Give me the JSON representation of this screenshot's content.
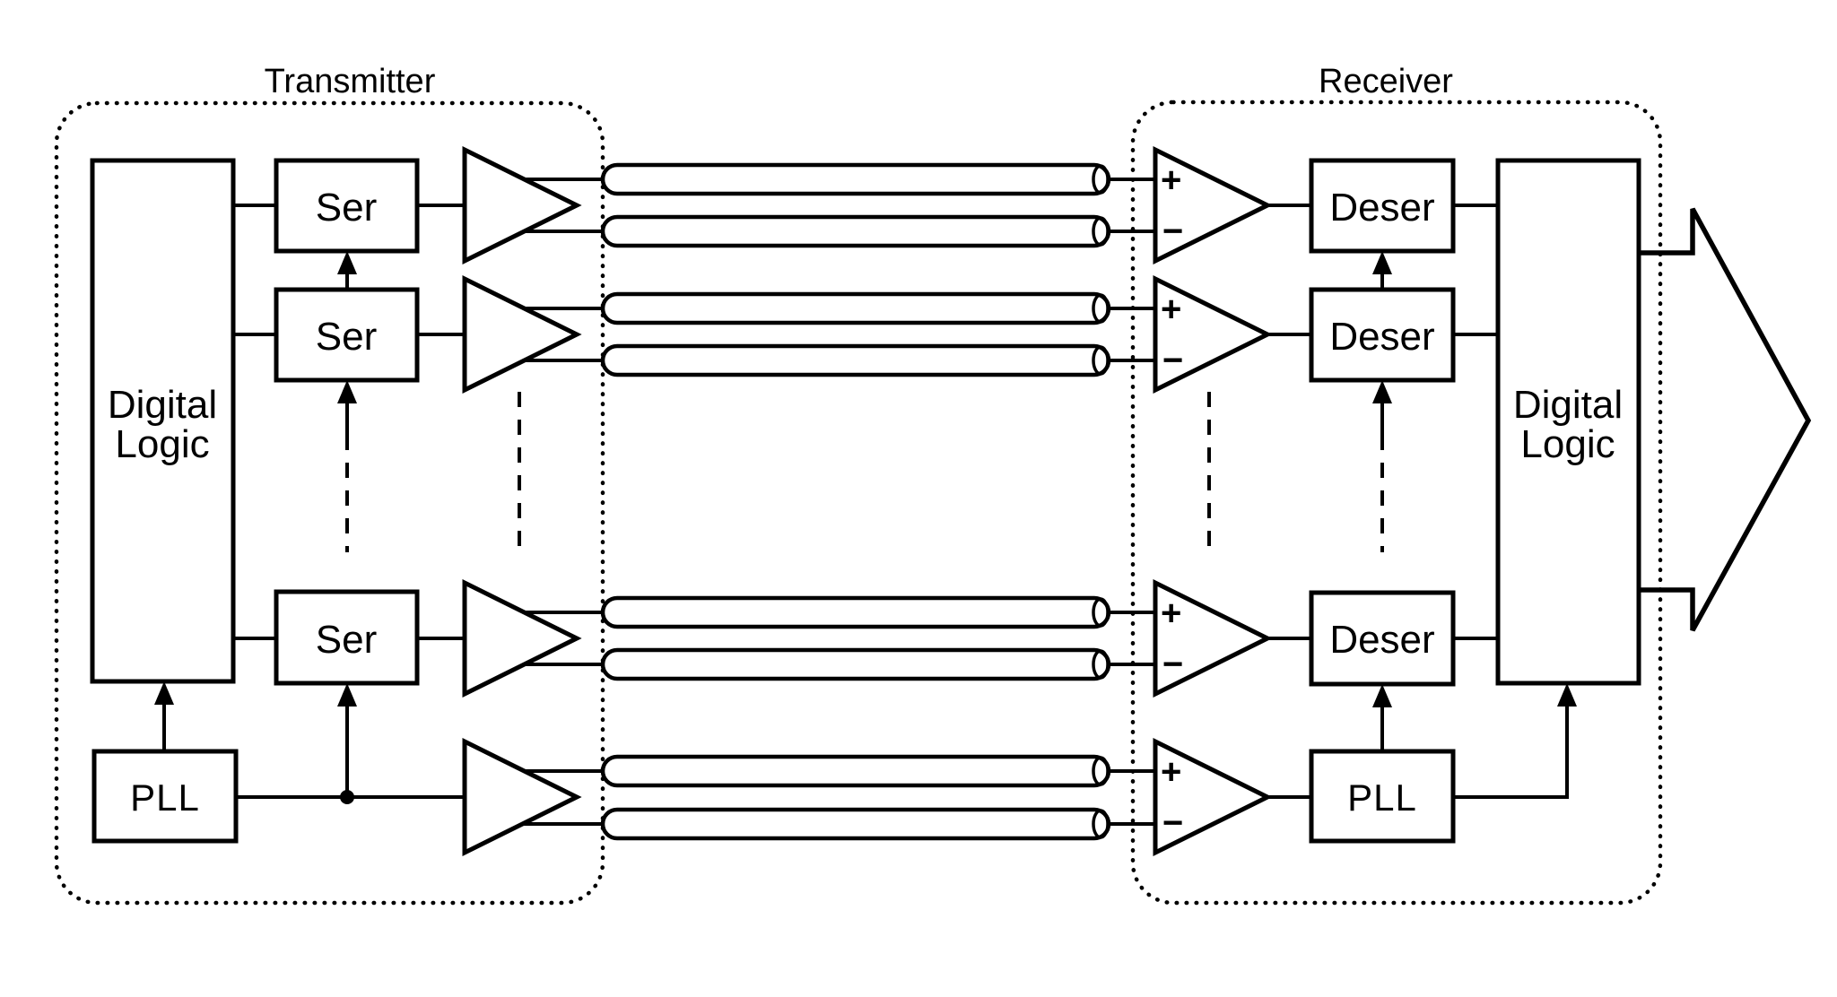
{
  "colors": {
    "ink": "#000000",
    "background": "#ffffff"
  },
  "transmitter": {
    "label": "Transmitter",
    "digital_logic": {
      "line1": "Digital",
      "line2": "Logic"
    },
    "serializers": [
      {
        "label": "Ser"
      },
      {
        "label": "Ser"
      },
      {
        "label": "Ser"
      }
    ],
    "pll": {
      "label": "PLL"
    }
  },
  "receiver": {
    "label": "Receiver",
    "comparators": [
      {
        "plus": "+",
        "minus": "−"
      },
      {
        "plus": "+",
        "minus": "−"
      },
      {
        "plus": "+",
        "minus": "−"
      },
      {
        "plus": "+",
        "minus": "−"
      }
    ],
    "deserializers": [
      {
        "label": "Deser"
      },
      {
        "label": "Deser"
      },
      {
        "label": "Deser"
      }
    ],
    "pll": {
      "label": "PLL"
    },
    "digital_logic": {
      "line1": "Digital",
      "line2": "Logic"
    }
  }
}
